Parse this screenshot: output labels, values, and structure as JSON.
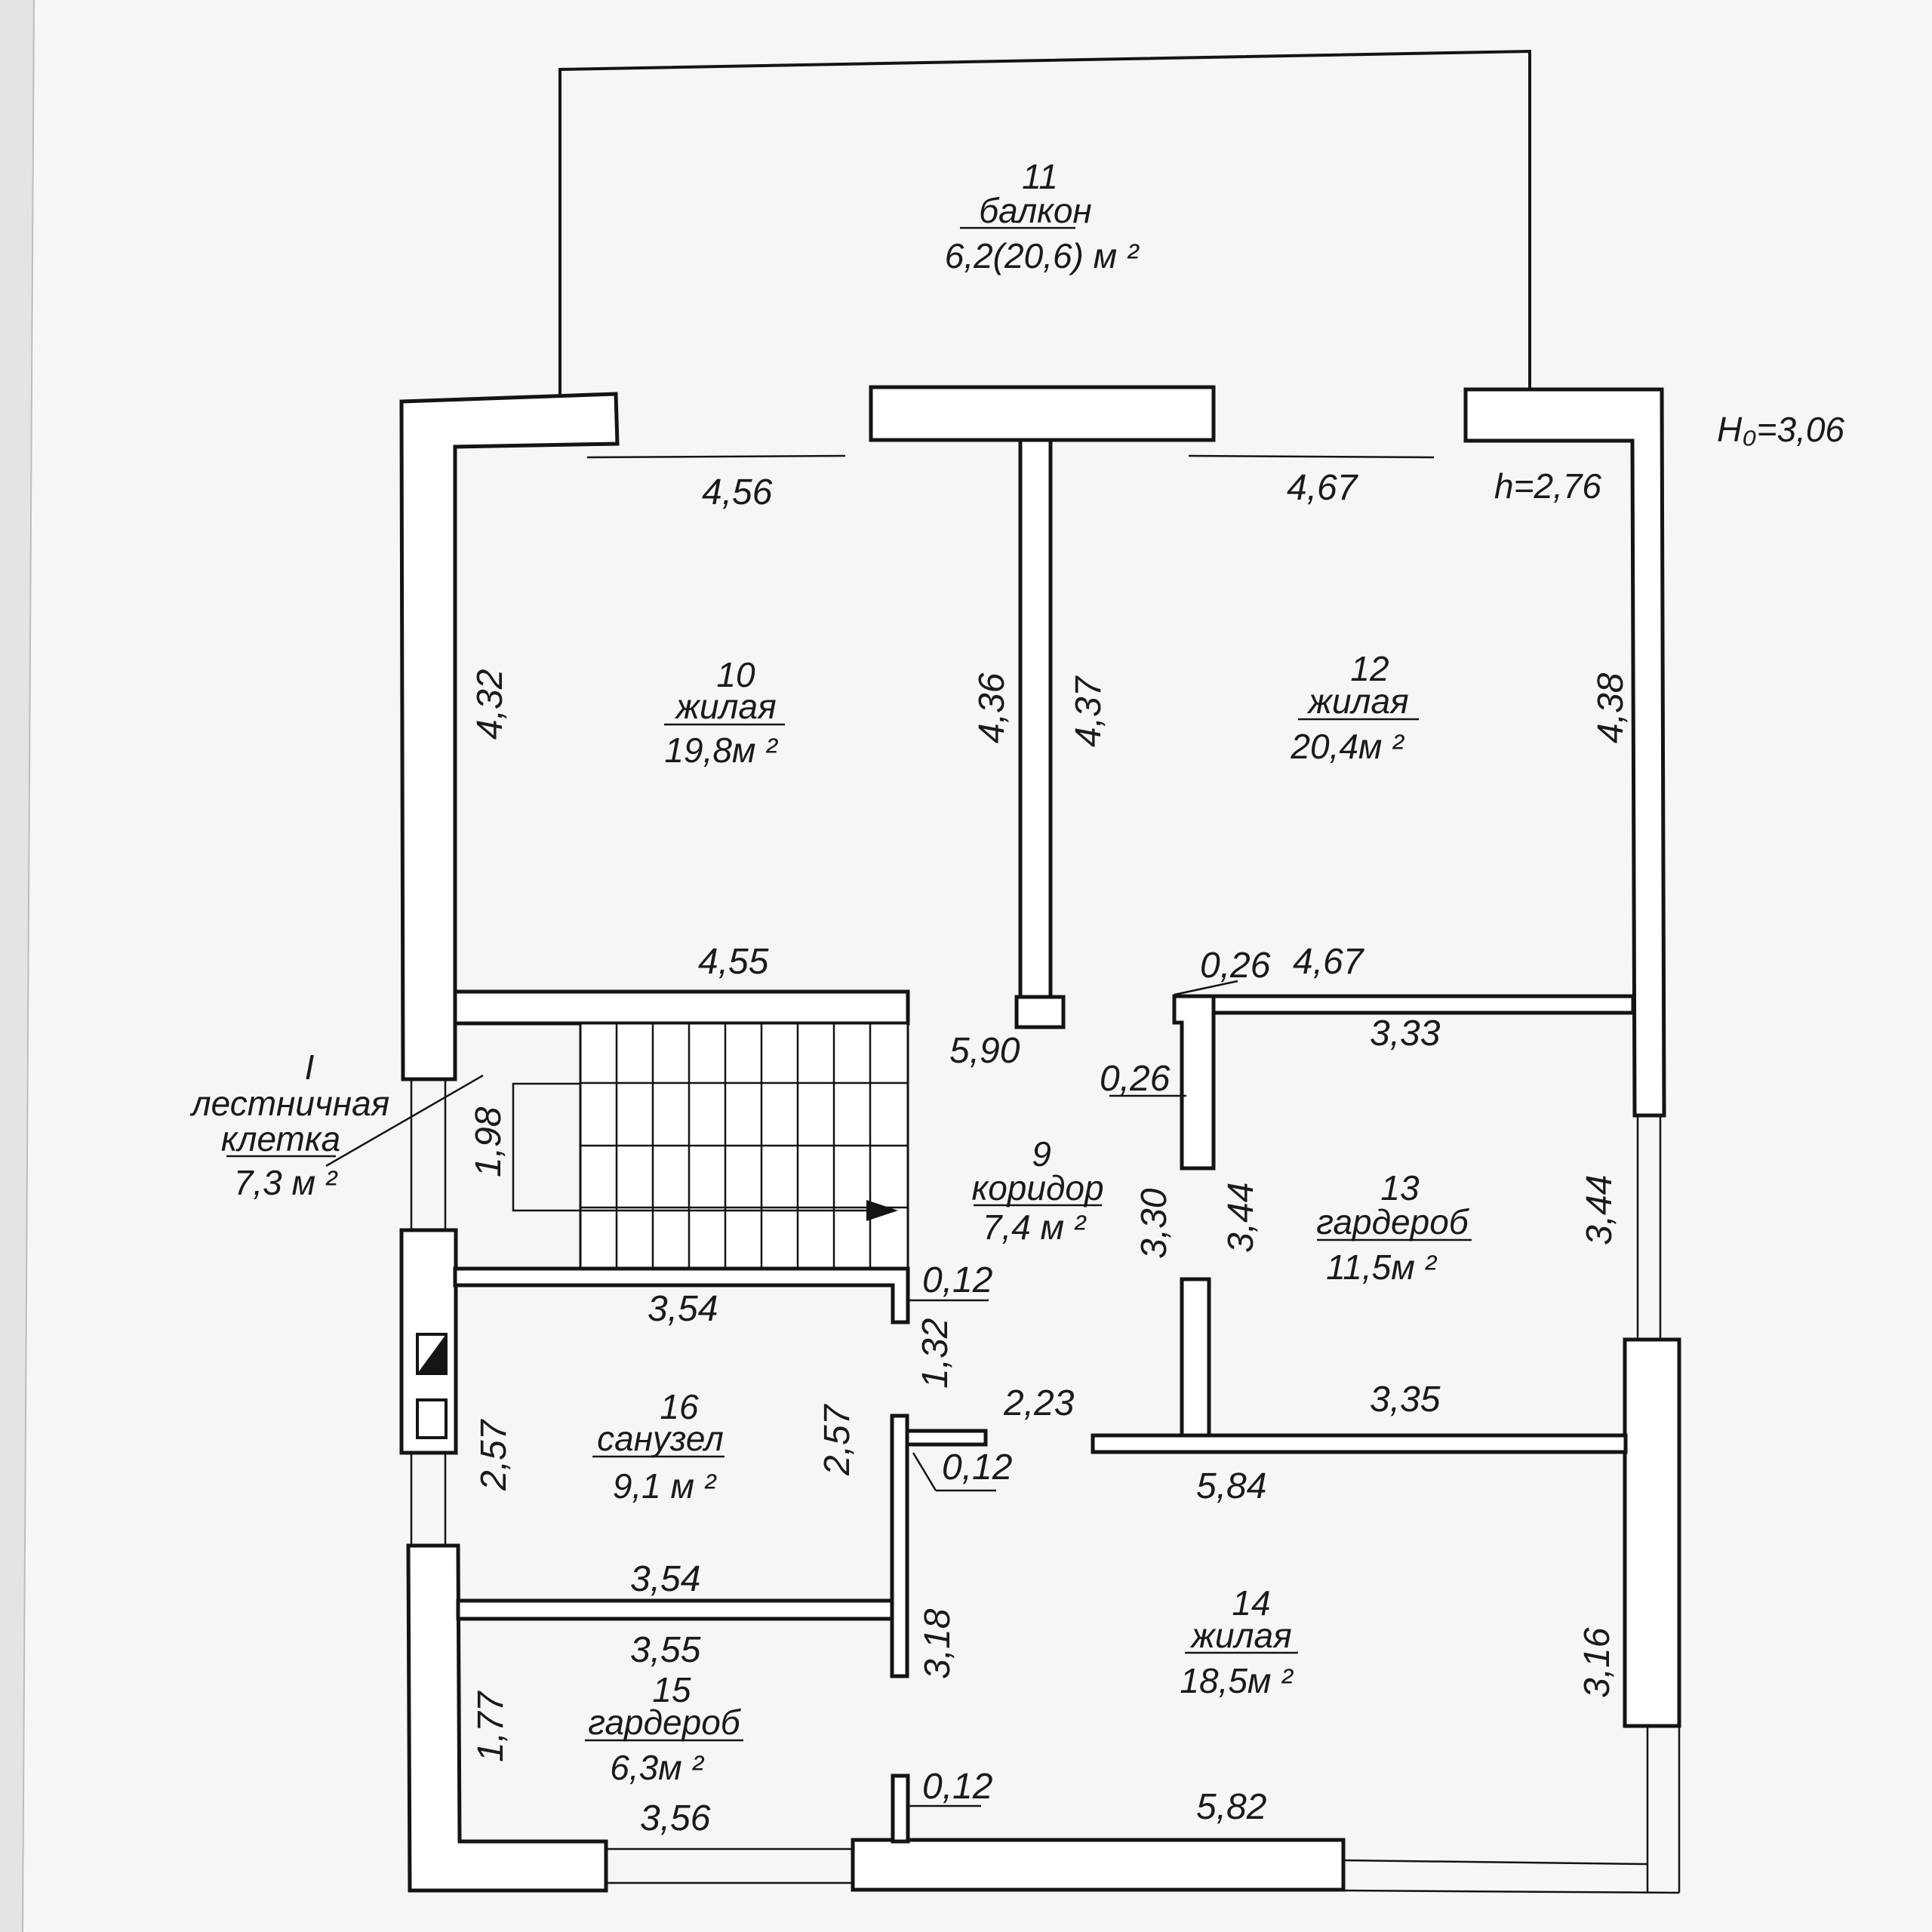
{
  "header": {
    "total_height": "Н₀=3,06",
    "ceiling_height": "h=2,76"
  },
  "rooms": {
    "balcony": {
      "number": "11",
      "name": "балкон",
      "area": "6,2(20,6) м ²"
    },
    "living_10": {
      "number": "10",
      "name": "жилая",
      "area": "19,8м ²"
    },
    "living_12": {
      "number": "12",
      "name": "жилая",
      "area": "20,4м ²"
    },
    "stairwell": {
      "number": "I",
      "name_line1": "лестничная",
      "name_line2": "клетка",
      "area": "7,3 м ²"
    },
    "corridor": {
      "number": "9",
      "name": "коридор",
      "area": "7,4  м ²"
    },
    "wardrobe_13": {
      "number": "13",
      "name": "гардероб",
      "area": "11,5м ²"
    },
    "bathroom": {
      "number": "16",
      "name": "санузел",
      "area": "9,1 м ²"
    },
    "living_14": {
      "number": "14",
      "name": "жилая",
      "area": "18,5м ²"
    },
    "wardrobe_15": {
      "number": "15",
      "name": "гардероб",
      "area": "6,3м ²"
    }
  },
  "dimensions": {
    "r10_top": "4,56",
    "r12_top": "4,67",
    "r10_left": "4,32",
    "r10_right": "4,36",
    "r12_left": "4,37",
    "r12_right": "4,38",
    "stair_top": "4,55",
    "r13_top_a": "0,26",
    "r13_top_b": "4,67",
    "r13_inner": "3,33",
    "corridor_len": "5,90",
    "jog_026": "0,26",
    "stair_height": "1,98",
    "corr_width": "3,30",
    "r13_left": "3,44",
    "r13_right": "3,44",
    "wall_012_a": "0,12",
    "bath_top": "3,54",
    "corr_132": "1,32",
    "corr_223": "2,23",
    "r13_bottom": "3,35",
    "bath_left": "2,57",
    "bath_right": "2,57",
    "wall_012_b": "0,12",
    "r14_top": "5,84",
    "bath_bottom": "3,54",
    "wd15_top": "3,55",
    "r14_left": "3,18",
    "r14_right": "3,16",
    "wd15_left": "1,77",
    "wall_012_c": "0,12",
    "wd15_bottom": "3,56",
    "r14_bottom": "5,82"
  }
}
